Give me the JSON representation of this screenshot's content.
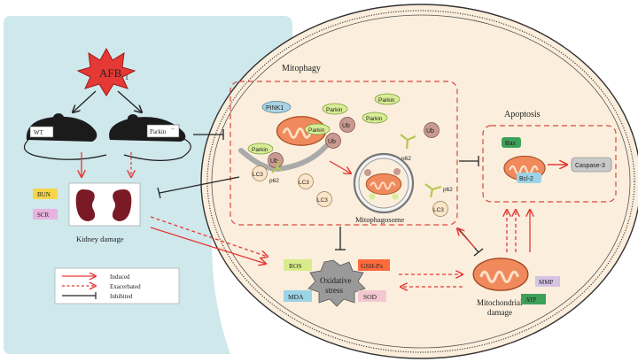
{
  "labels": {
    "trigger": "AFB",
    "trigger_sub": "1",
    "wt": "WT",
    "parkin_mouse": "Parkin",
    "parkin_mouse_sup": "-/-",
    "kidney_damage": "Kidney damage",
    "mitophagy": "Mitophagy",
    "apoptosis": "Apoptosis",
    "oxidative_stress_1": "Oxidative",
    "oxidative_stress_2": "stress",
    "mito_damage_1": "Mitochondrial",
    "mito_damage_2": "damage",
    "mitophagosome": "Mitophagosome"
  },
  "markers": {
    "bun": "BUN",
    "scr": "SCR",
    "ros": "ROS",
    "gsh_px": "GSH-Px",
    "mda": "MDA",
    "sod": "SOD",
    "mmp": "MMP",
    "atp": "ATP",
    "bax": "Bax",
    "bcl2": "Bcl-2",
    "caspase3": "Caspase-3"
  },
  "proteins": {
    "pink1": "PINK1",
    "parkin": "Parkin",
    "ub": "Ub",
    "lc3": "LC3",
    "p62": "p62"
  },
  "legend": {
    "induced": "Induced",
    "exacerbated": "Exacerbated",
    "inhibited": "Inhibited"
  },
  "colors": {
    "cell_bg": "#fbeedd",
    "left_panel": "#cfe8ec",
    "arrow_red": "#e53935",
    "bun_fill": "#f7d54a",
    "scr_fill": "#e8b3e0",
    "ros_fill": "#d9ec8a",
    "gsh_fill": "#ff6a3d",
    "mda_fill": "#9cd3e6",
    "sod_fill": "#f3c7cf",
    "mmp_fill": "#d6c3e6",
    "atp_fill": "#3fa05a",
    "caspase_fill": "#c9c9c9",
    "parkin_fill": "#d8ec96",
    "ub_fill": "#c89a90",
    "mito_fill": "#f08a5d"
  }
}
